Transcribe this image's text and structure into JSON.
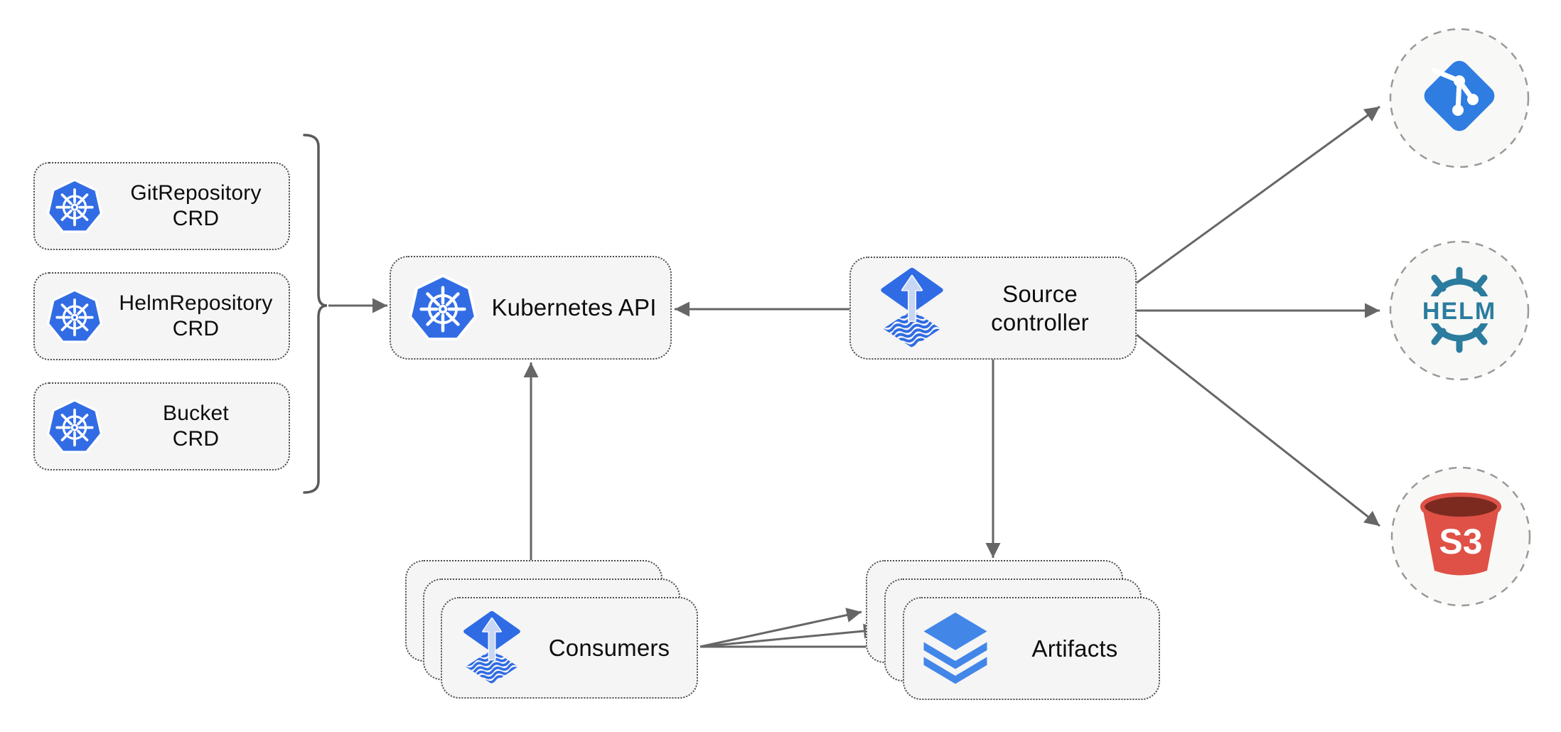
{
  "diagram": {
    "crd_boxes": [
      {
        "line1": "GitRepository",
        "line2": "CRD"
      },
      {
        "line1": "HelmRepository",
        "line2": "CRD"
      },
      {
        "line1": "Bucket",
        "line2": "CRD"
      }
    ],
    "kubernetes_api": {
      "label": "Kubernetes API"
    },
    "source_controller": {
      "line1": "Source",
      "line2": "controller"
    },
    "consumers": {
      "label": "Consumers"
    },
    "artifacts": {
      "label": "Artifacts"
    },
    "endpoints": {
      "git": {
        "icon": "git-icon"
      },
      "helm": {
        "icon": "helm-icon",
        "label": "HELM"
      },
      "s3": {
        "icon": "s3-bucket-icon",
        "label": "S3"
      }
    },
    "colors": {
      "kubernetes_blue": "#326CE5",
      "flux_blue": "#2F6BE4",
      "flux_arrow_light": "#C7D6F4",
      "git_blue": "#2F7DE1",
      "helm_teal": "#2B7C9E",
      "s3_red": "#DF5146",
      "s3_dark_red": "#7C2A20",
      "layers_blue": "#4286E8",
      "box_fill": "#F5F5F5",
      "box_border": "#4C4C4C",
      "circle_border": "#999999",
      "arrow_gray": "#666666"
    }
  }
}
